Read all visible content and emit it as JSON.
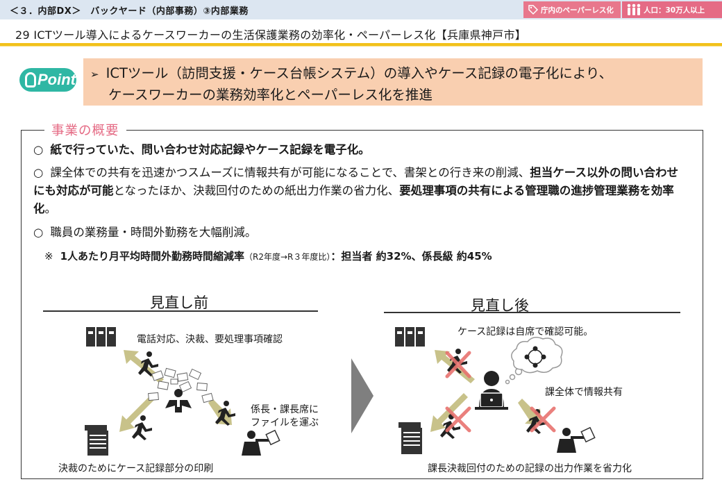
{
  "header": {
    "breadcrumb": "＜３．内部DX＞　バックヤード（内部事務）③内部業務",
    "badge_paperless": "庁内のペーパーレス化",
    "badge_population": "人口：30万人以上",
    "title": "29  ICTツール導入によるケースワーカーの生活保護業務の効率化・ペーパーレス化【兵庫県神戸市】"
  },
  "point": {
    "logo_text": "Point",
    "line1": "ICTツール（訪問支援・ケース台帳システム）の導入やケース記録の電子化により、",
    "line2": "ケースワーカーの業務効率化とペーパーレス化を推進"
  },
  "overview": {
    "heading": "事業の概要",
    "bullet_mark": "○",
    "item1": "紙で行っていた、問い合わせ対応記録やケース記録を電子化。",
    "item2_a": "課全体での共有を迅速かつスムーズに情報共有が可能になることで、書架との行き来の削減、",
    "item2_b": "担当ケース以外の問い合わせにも対応が可能",
    "item2_c": "となったほか、決裁回付のための紙出力作業の省力化、",
    "item2_d": "要処理事項の共有による管理職の進捗管理業務を効率化",
    "item2_e": "。",
    "item3": "職員の業務量・時間外勤務を大幅削減。",
    "note_mark": "※",
    "note_label": "1人あたり月平均時間外勤務時間縮減率",
    "note_period": "（R2年度→R３年度比）",
    "note_result": "：担当者 約32%、係長級 約45%"
  },
  "before": {
    "heading": "見直し前",
    "label_top": "電話対応、決裁、要処理事項確認",
    "label_right_1": "係長・課長席に",
    "label_right_2": "ファイルを運ぶ",
    "label_bottom": "決裁のためにケース記録部分の印刷"
  },
  "after": {
    "heading": "見直し後",
    "label_top": "ケース記録は自席で確認可能。",
    "label_share": "課全体で情報共有",
    "label_bottom": "課長決裁回付のための記録の出力作業を省力化"
  },
  "colors": {
    "accent_pink": "#e56b85",
    "title_rule": "#f2c11a",
    "point_bg": "#f9cfb0",
    "logo_teal": "#2fb7a4",
    "arrow_fill": "#c8c28a",
    "cross": "#e8736f"
  },
  "icons": [
    "tag-icon",
    "people-icon",
    "lightbulb-icon",
    "binder-icon",
    "runner-icon",
    "paper-icon",
    "staff-icon",
    "copier-icon",
    "laptop-user-icon",
    "cloud-share-icon",
    "cross-icon",
    "chevron-right-icon"
  ]
}
